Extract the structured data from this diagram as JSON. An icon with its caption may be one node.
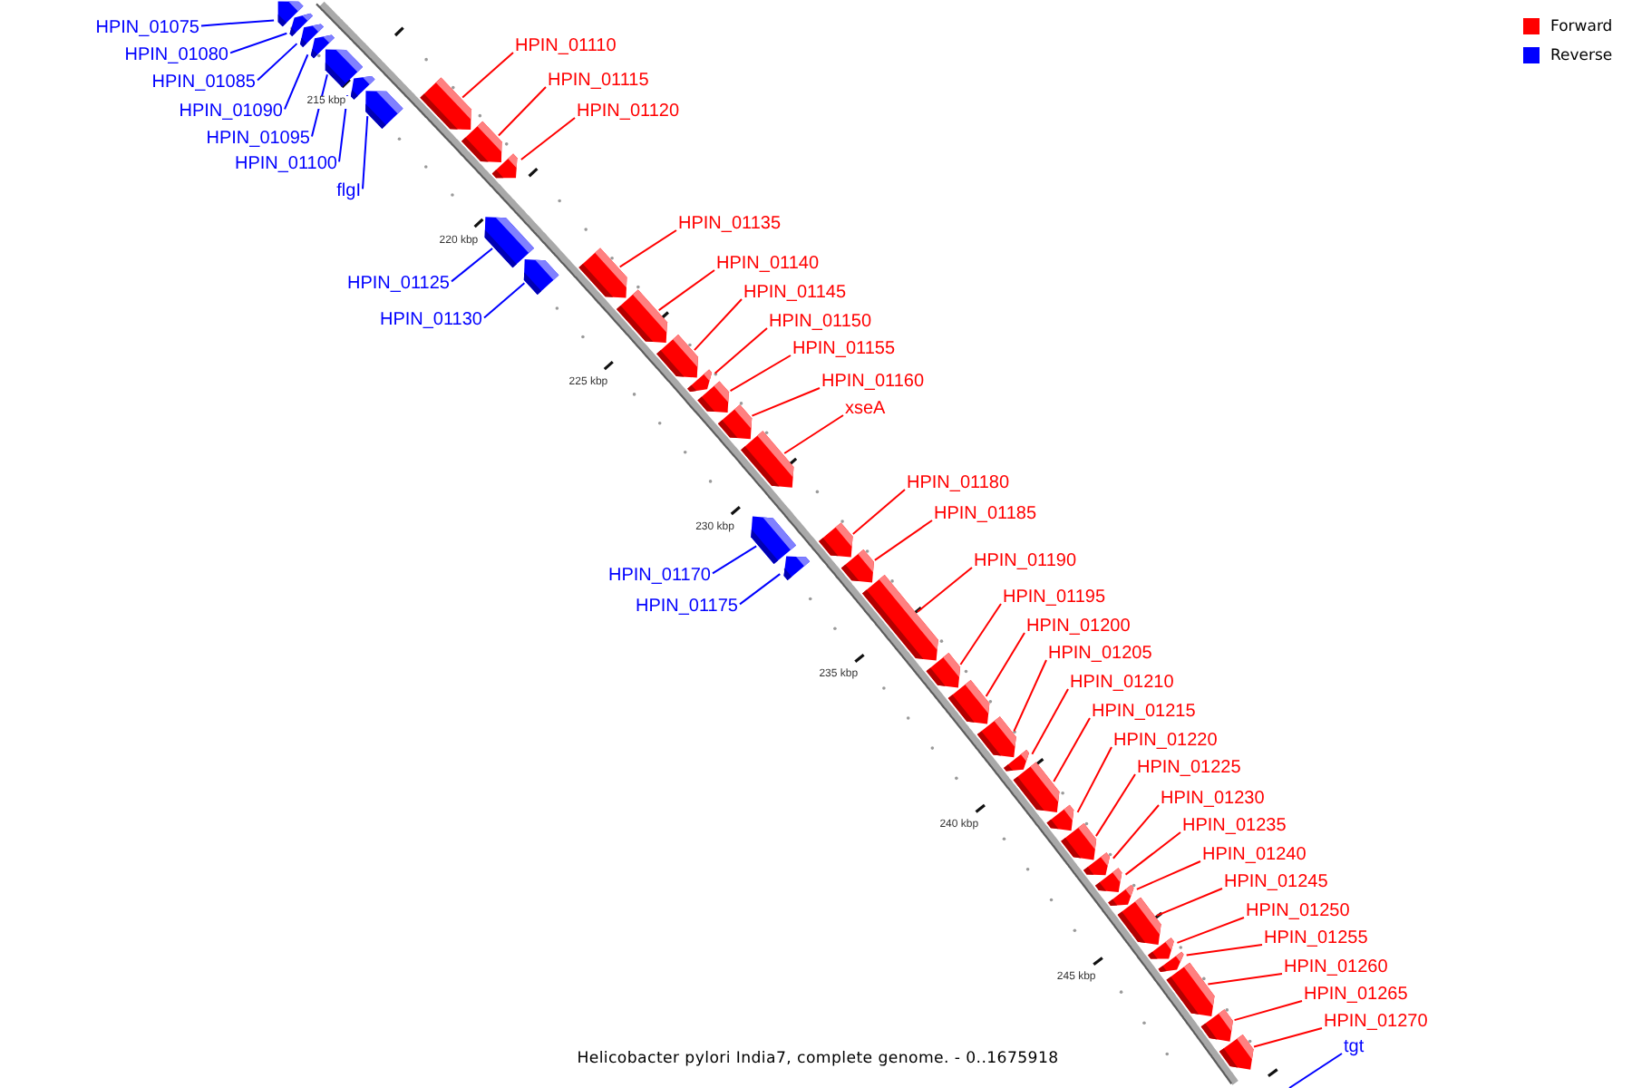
{
  "diagram": {
    "caption": "Helicobacter pylori India7, complete genome. - 0..1675918",
    "nodes": [
      {
        "text": [
          "HPIN_01075"
        ]
      },
      {
        "text": [],
        "shape": "bar"
      },
      {
        "text": [
          "HPIN_01080"
        ]
      },
      {
        "text": [],
        "shape": "bar"
      },
      {
        "text": [
          "HPIN_01085"
        ]
      },
      {
        "text": [],
        "shape": "bar"
      },
      {
        "text": [
          "HPIN_01090"
        ]
      },
      {
        "text": [],
        "shape": "bar"
      },
      {
        "text": [
          "HPIN_01095"
        ]
      },
      {
        "text": [],
        "shape": "bar"
      },
      {
        "text": [
          "HPIN_01100"
        ]
      },
      {
        "text": [],
        "shape": "bar"
      },
      {
        "text": [
          "flgI"
        ]
      },
      {
        "text": [],
        "shape": "bar"
      },
      {
        "text": [
          "HPIN_01110"
        ]
      },
      {
        "text": [],
        "shape": "bar"
      },
      {
        "text": [
          "HPIN_01115"
        ]
      },
      {
        "text": [],
        "shape": "bar"
      },
      {
        "text": [
          "HPIN_01120"
        ]
      },
      {
        "text": [],
        "shape": "bar"
      },
      {
        "text": [
          "HPIN_01125"
        ]
      },
      {
        "text": [],
        "shape": "bar"
      },
      {
        "text": [
          "HPIN_01130"
        ]
      },
      {
        "text": [],
        "shape": "bar"
      },
      {
        "text": [
          "HPIN_01135"
        ]
      },
      {
        "text": [],
        "shape": "bar"
      },
      {
        "text": [
          "HPIN_01140"
        ]
      },
      {
        "text": [],
        "shape": "bar"
      },
      {
        "text": [
          "HPIN_01145"
        ]
      },
      {
        "text": [],
        "shape": "bar"
      },
      {
        "text": [
          "HPIN_01150"
        ]
      },
      {
        "text": [],
        "shape": "bar"
      },
      {
        "text": [
          "HPIN_01155"
        ]
      },
      {
        "text": [],
        "shape": "bar"
      },
      {
        "text": [
          "HPIN_01160"
        ]
      },
      {
        "text": [],
        "shape": "bar"
      },
      {
        "text": [
          "xseA"
        ]
      },
      {
        "text": [],
        "shape": "bar"
      },
      {
        "text": [
          "HPIN_01170"
        ]
      },
      {
        "text": [],
        "shape": "bar"
      },
      {
        "text": [
          "HPIN_01175"
        ]
      },
      {
        "text": [],
        "shape": "bar"
      },
      {
        "text": [
          "HPIN_01180"
        ]
      },
      {
        "text": [],
        "shape": "bar"
      },
      {
        "text": [
          "HPIN_01185"
        ]
      },
      {
        "text": [],
        "shape": "bar"
      },
      {
        "text": [
          "HPIN_01190"
        ]
      },
      {
        "text": [],
        "shape": "bar"
      },
      {
        "text": [
          "HPIN_01195"
        ]
      },
      {
        "text": [],
        "shape": "bar"
      },
      {
        "text": [
          "HPIN_01200"
        ]
      },
      {
        "text": [],
        "shape": "bar"
      },
      {
        "text": [
          "HPIN_01205"
        ]
      },
      {
        "text": [],
        "shape": "bar"
      },
      {
        "text": [
          "HPIN_01210"
        ]
      },
      {
        "text": [],
        "shape": "bar"
      },
      {
        "text": [
          "HPIN_01215"
        ]
      },
      {
        "text": [],
        "shape": "bar"
      },
      {
        "text": [
          "HPIN_01220"
        ]
      },
      {
        "text": [],
        "shape": "bar"
      },
      {
        "text": [
          "HPIN_01225"
        ]
      },
      {
        "text": [],
        "shape": "bar"
      },
      {
        "text": [
          "HPIN_01230"
        ]
      },
      {
        "text": [],
        "shape": "bar"
      },
      {
        "text": [
          "HPIN_01235"
        ]
      },
      {
        "text": [],
        "shape": "bar"
      },
      {
        "text": [
          "HPIN_01240"
        ]
      },
      {
        "text": [],
        "shape": "bar"
      },
      {
        "text": [
          "HPIN_01245"
        ]
      },
      {
        "text": [],
        "shape": "bar"
      },
      {
        "text": [
          "HPIN_01250"
        ]
      },
      {
        "text": [],
        "shape": "bar"
      },
      {
        "text": [
          "HPIN_01255"
        ]
      },
      {
        "text": [],
        "shape": "bar"
      },
      {
        "text": [
          "HPIN_01260"
        ]
      },
      {
        "text": [],
        "shape": "bar"
      },
      {
        "text": [
          "HPIN_01265"
        ]
      },
      {
        "text": [],
        "shape": "bar"
      },
      {
        "text": [
          "HPIN_01270"
        ]
      },
      {
        "text": [],
        "shape": "bar"
      },
      {
        "text": [
          "tgt"
        ]
      }
    ],
    "edges": [
      {
        "from": 0,
        "to": 1,
        "arrow": "none",
        "color": "#0000ff"
      },
      {
        "from": 2,
        "to": 3,
        "arrow": "none",
        "color": "#0000ff"
      },
      {
        "from": 4,
        "to": 5,
        "arrow": "none",
        "color": "#0000ff"
      },
      {
        "from": 6,
        "to": 7,
        "arrow": "none",
        "color": "#0000ff"
      },
      {
        "from": 8,
        "to": 9,
        "arrow": "none",
        "color": "#0000ff"
      },
      {
        "from": 10,
        "to": 11,
        "arrow": "none",
        "color": "#0000ff"
      },
      {
        "from": 12,
        "to": 13,
        "arrow": "none",
        "color": "#0000ff"
      },
      {
        "from": 14,
        "to": 15,
        "arrow": "none"
      },
      {
        "from": 16,
        "to": 17,
        "arrow": "none"
      },
      {
        "from": 18,
        "to": 19,
        "arrow": "none"
      },
      {
        "from": 20,
        "to": 21,
        "arrow": "none",
        "color": "#0000ff"
      },
      {
        "from": 22,
        "to": 23,
        "arrow": "none",
        "color": "#0000ff"
      },
      {
        "from": 24,
        "to": 25,
        "arrow": "none"
      },
      {
        "from": 26,
        "to": 27,
        "arrow": "none"
      },
      {
        "from": 28,
        "to": 29,
        "arrow": "none"
      },
      {
        "from": 30,
        "to": 31,
        "arrow": "none"
      },
      {
        "from": 32,
        "to": 33,
        "arrow": "none"
      },
      {
        "from": 34,
        "to": 35,
        "arrow": "none"
      },
      {
        "from": 36,
        "to": 37,
        "arrow": "none"
      },
      {
        "from": 38,
        "to": 39,
        "arrow": "none",
        "color": "#0000ff"
      },
      {
        "from": 40,
        "to": 41,
        "arrow": "none",
        "color": "#0000ff"
      },
      {
        "from": 42,
        "to": 43,
        "arrow": "none"
      },
      {
        "from": 44,
        "to": 45,
        "arrow": "none"
      },
      {
        "from": 46,
        "to": 47,
        "arrow": "none"
      },
      {
        "from": 48,
        "to": 49,
        "arrow": "none"
      },
      {
        "from": 50,
        "to": 51,
        "arrow": "none"
      },
      {
        "from": 52,
        "to": 53,
        "arrow": "none"
      },
      {
        "from": 54,
        "to": 55,
        "arrow": "none"
      },
      {
        "from": 56,
        "to": 57,
        "arrow": "none"
      },
      {
        "from": 58,
        "to": 59,
        "arrow": "none"
      },
      {
        "from": 60,
        "to": 61,
        "arrow": "none"
      },
      {
        "from": 62,
        "to": 63,
        "arrow": "none"
      },
      {
        "from": 64,
        "to": 65,
        "arrow": "none"
      },
      {
        "from": 66,
        "to": 67,
        "arrow": "none"
      },
      {
        "from": 68,
        "to": 69,
        "arrow": "none"
      },
      {
        "from": 70,
        "to": 71,
        "arrow": "none"
      },
      {
        "from": 72,
        "to": 73,
        "arrow": "none"
      },
      {
        "from": 74,
        "to": 75,
        "arrow": "none"
      },
      {
        "from": 76,
        "to": 77,
        "arrow": "none"
      },
      {
        "from": 78,
        "to": 79,
        "arrow": "none"
      },
      {
        "from": 80,
        "to": null,
        "arrow": "none",
        "color": "#0000ff"
      }
    ],
    "labels": [
      "215 kbp",
      "220 kbp",
      "225 kbp",
      "230 kbp",
      "235 kbp",
      "240 kbp",
      "245 kbp"
    ],
    "legend": [
      {
        "text": "Forward",
        "color": "#ff0000"
      },
      {
        "text": "Reverse",
        "color": "#0000ff"
      }
    ]
  }
}
